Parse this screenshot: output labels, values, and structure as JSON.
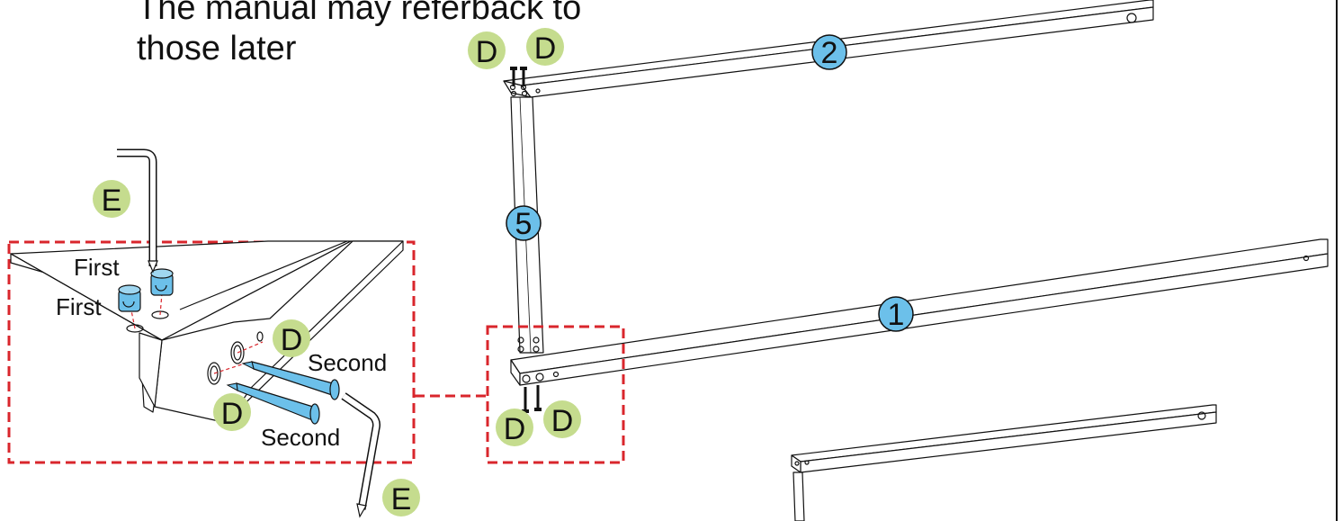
{
  "heading": {
    "line1": "The manual may referback to",
    "line2": "those later"
  },
  "parts": {
    "p1": "1",
    "p2": "2",
    "p5": "5"
  },
  "hardware": {
    "D": "D",
    "E": "E"
  },
  "steps": {
    "first": "First",
    "second": "Second"
  },
  "colors": {
    "part_circle": "#6cc0ea",
    "hardware_circle": "#c5dc8e",
    "bolt": "#6cc0ea",
    "highlight_box": "#d9262c",
    "line": "#111111"
  }
}
